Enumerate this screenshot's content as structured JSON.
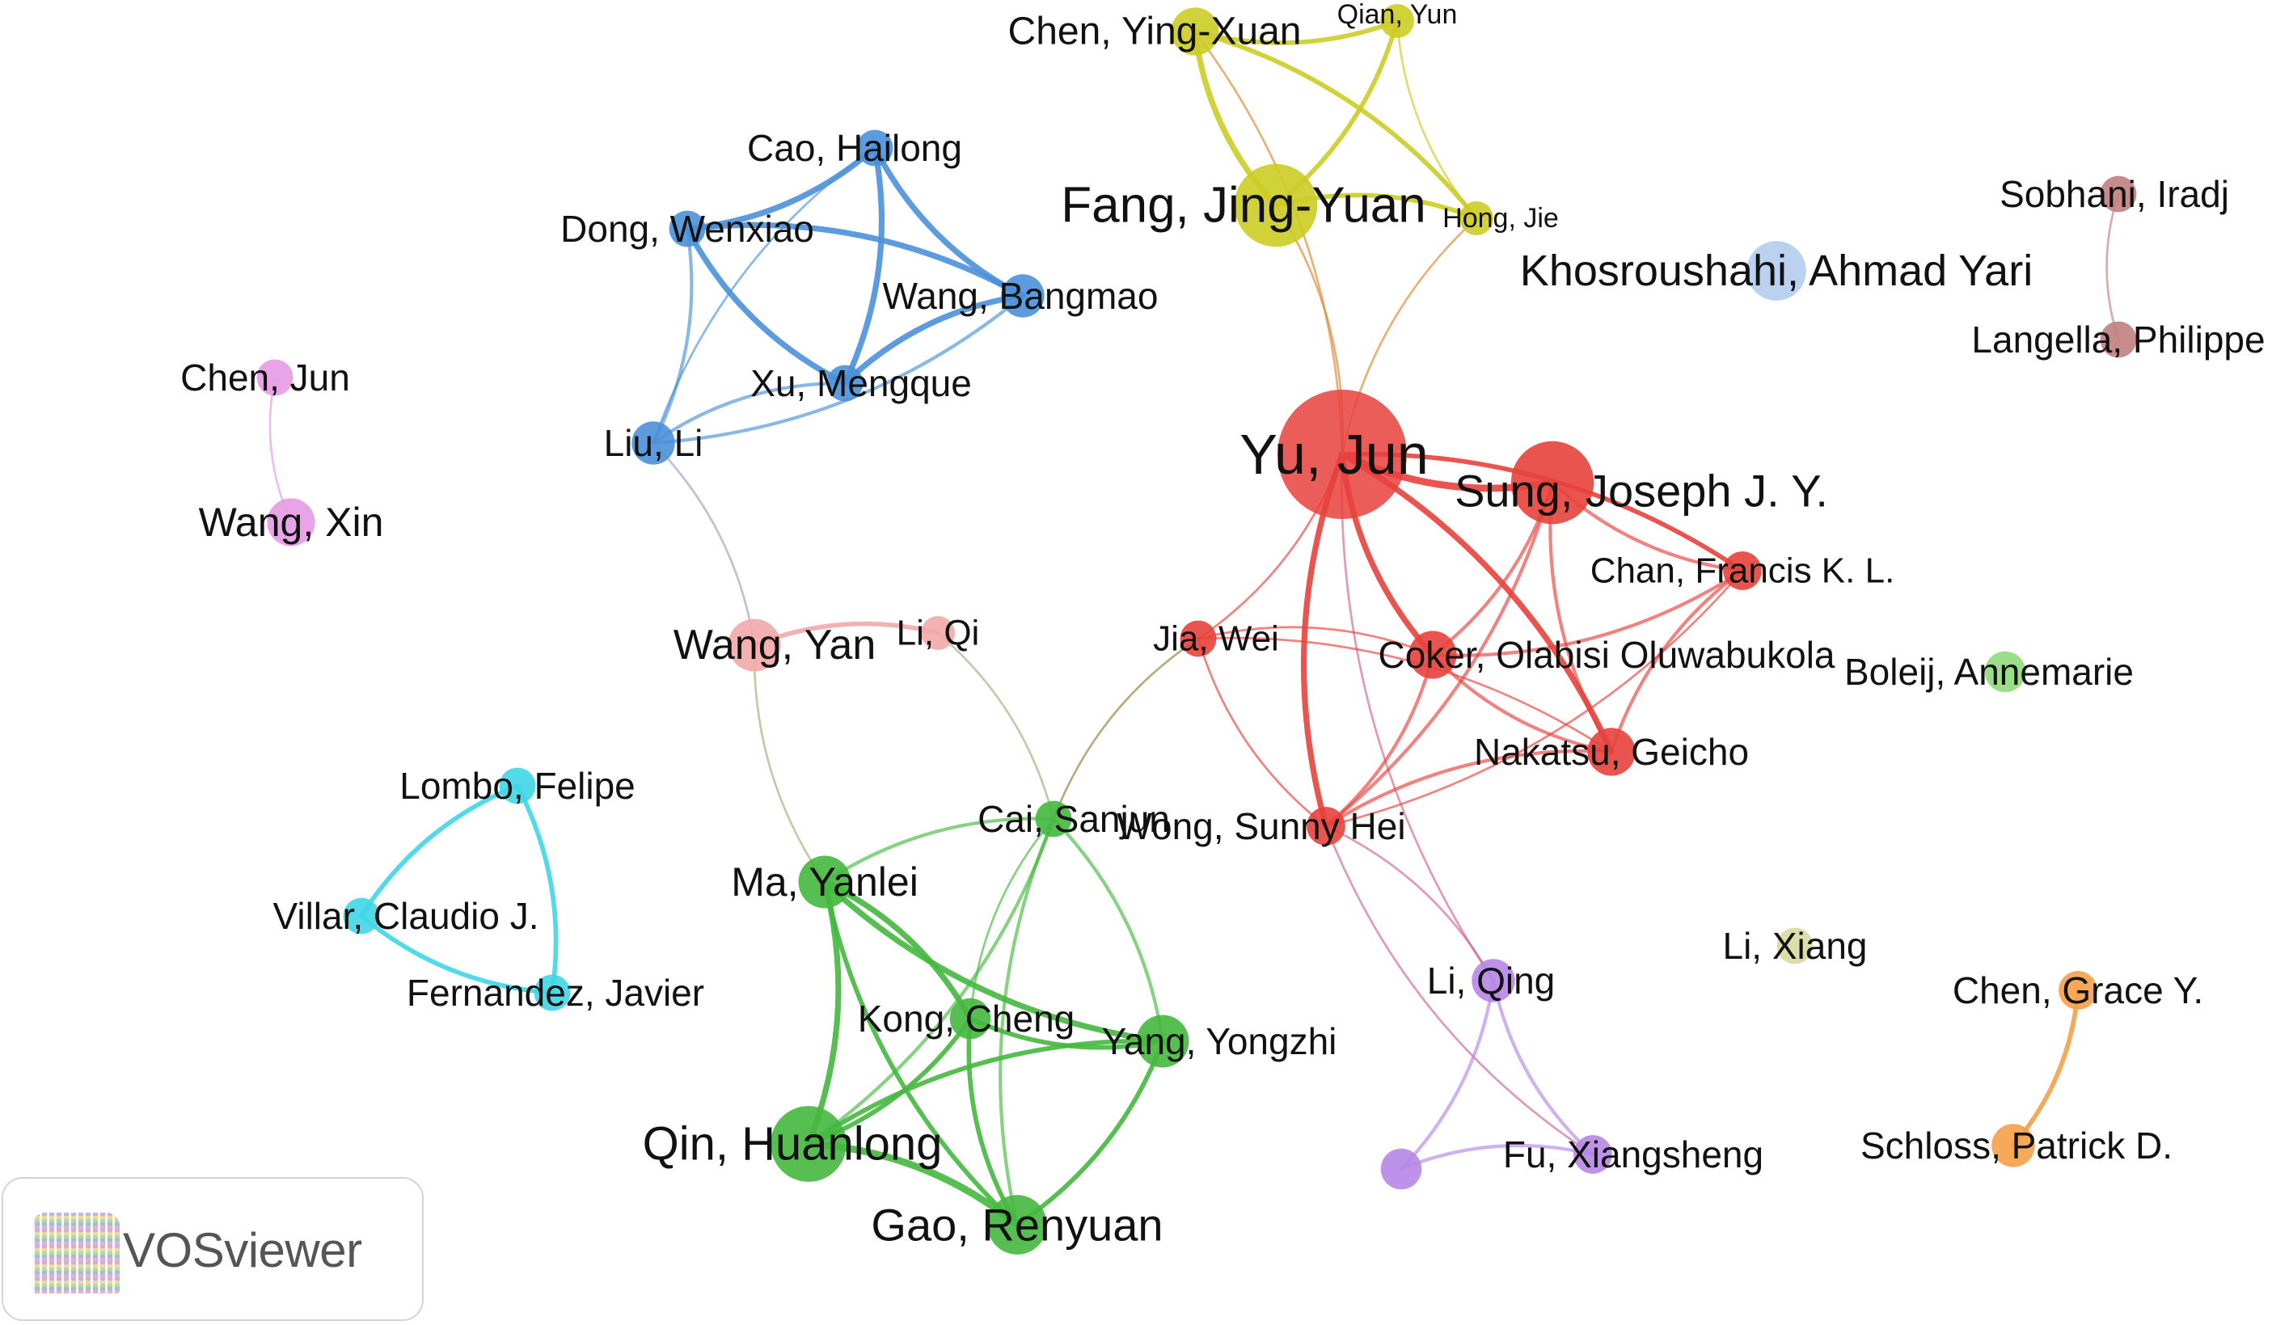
{
  "title": "",
  "nodes": [
    {
      "id": "yujun",
      "label": "Yu, Jun",
      "cluster": "red",
      "weight": 10.0
    },
    {
      "id": "sung",
      "label": "Sung, Joseph J. Y.",
      "cluster": "red",
      "weight": 6.0
    },
    {
      "id": "chan",
      "label": "Chan, Francis K. L.",
      "cluster": "red",
      "weight": 2.2
    },
    {
      "id": "jiawei",
      "label": "Jia, Wei",
      "cluster": "red",
      "weight": 2.0
    },
    {
      "id": "coker",
      "label": "Coker, Olabisi Oluwabukola",
      "cluster": "red",
      "weight": 3.0
    },
    {
      "id": "nakatsu",
      "label": "Nakatsu, Geicho",
      "cluster": "red",
      "weight": 3.0
    },
    {
      "id": "wong",
      "label": "Wong, Sunny Hei",
      "cluster": "red",
      "weight": 2.2
    },
    {
      "id": "fang",
      "label": "Fang, Jing-Yuan",
      "cluster": "yellow",
      "weight": 6.0
    },
    {
      "id": "chenyx",
      "label": "Chen, Ying-Xuan",
      "cluster": "yellow",
      "weight": 3.0
    },
    {
      "id": "qianyun",
      "label": "Qian, Yun",
      "cluster": "yellow",
      "weight": 1.8
    },
    {
      "id": "hongjie",
      "label": "Hong, Jie",
      "cluster": "yellow",
      "weight": 1.8
    },
    {
      "id": "khos",
      "label": "Khosroushahi, Ahmad Yari",
      "cluster": "lightblue",
      "weight": 4.0
    },
    {
      "id": "sobhani",
      "label": "Sobhani, Iradj",
      "cluster": "brown",
      "weight": 2.0
    },
    {
      "id": "langella",
      "label": "Langella, Philippe",
      "cluster": "brown",
      "weight": 2.0
    },
    {
      "id": "caoh",
      "label": "Cao, Hailong",
      "cluster": "blue",
      "weight": 2.0
    },
    {
      "id": "dongw",
      "label": "Dong, Wenxiao",
      "cluster": "blue",
      "weight": 2.0
    },
    {
      "id": "wangb",
      "label": "Wang, Bangmao",
      "cluster": "blue",
      "weight": 2.6
    },
    {
      "id": "xum",
      "label": "Xu, Mengque",
      "cluster": "blue",
      "weight": 2.0
    },
    {
      "id": "liuli",
      "label": "Liu, Li",
      "cluster": "blue",
      "weight": 2.6
    },
    {
      "id": "chenjun",
      "label": "Chen, Jun",
      "cluster": "pink",
      "weight": 2.0
    },
    {
      "id": "wangxin",
      "label": "Wang, Xin",
      "cluster": "pink",
      "weight": 3.0
    },
    {
      "id": "wangyan",
      "label": "Wang, Yan",
      "cluster": "salmon",
      "weight": 3.4
    },
    {
      "id": "liqi",
      "label": "Li, Qi",
      "cluster": "salmon",
      "weight": 1.8
    },
    {
      "id": "boleij",
      "label": "Boleij, Annemarie",
      "cluster": "lightgreen",
      "weight": 2.4
    },
    {
      "id": "lombo",
      "label": "Lombo, Felipe",
      "cluster": "cyan",
      "weight": 2.0
    },
    {
      "id": "villar",
      "label": "Villar, Claudio J.",
      "cluster": "cyan",
      "weight": 2.0
    },
    {
      "id": "fernandez",
      "label": "Fernandez, Javier",
      "cluster": "cyan",
      "weight": 2.0
    },
    {
      "id": "cais",
      "label": "Cai, Sanjun",
      "cluster": "green",
      "weight": 2.0
    },
    {
      "id": "may",
      "label": "Ma, Yanlei",
      "cluster": "green",
      "weight": 3.4
    },
    {
      "id": "kongc",
      "label": "Kong, Cheng",
      "cluster": "green",
      "weight": 2.4
    },
    {
      "id": "yangy",
      "label": "Yang, Yongzhi",
      "cluster": "green",
      "weight": 3.4
    },
    {
      "id": "qinh",
      "label": "Qin, Huanlong",
      "cluster": "green",
      "weight": 5.4
    },
    {
      "id": "gaor",
      "label": "Gao, Renyuan",
      "cluster": "green",
      "weight": 4.0
    },
    {
      "id": "liqing",
      "label": "Li, Qing",
      "cluster": "purple",
      "weight": 2.6
    },
    {
      "id": "fux",
      "label": "Fu, Xiangsheng",
      "cluster": "purple",
      "weight": 2.2
    },
    {
      "id": "purplenode",
      "label": "",
      "cluster": "purple",
      "weight": 2.4
    },
    {
      "id": "lixiang",
      "label": "Li, Xiang",
      "cluster": "olive",
      "weight": 2.0
    },
    {
      "id": "chengrace",
      "label": "Chen, Grace Y.",
      "cluster": "orange",
      "weight": 2.2
    },
    {
      "id": "schloss",
      "label": "Schloss, Patrick D.",
      "cluster": "orange",
      "weight": 2.6
    }
  ],
  "links": [
    {
      "source": "yujun",
      "target": "sung",
      "strength": 5
    },
    {
      "source": "yujun",
      "target": "chan",
      "strength": 3
    },
    {
      "source": "yujun",
      "target": "coker",
      "strength": 4
    },
    {
      "source": "yujun",
      "target": "nakatsu",
      "strength": 4
    },
    {
      "source": "yujun",
      "target": "wong",
      "strength": 4
    },
    {
      "source": "yujun",
      "target": "jiawei",
      "strength": 1
    },
    {
      "source": "yujun",
      "target": "fang",
      "strength": 1
    },
    {
      "source": "yujun",
      "target": "hongjie",
      "strength": 1
    },
    {
      "source": "yujun",
      "target": "liqing",
      "strength": 1
    },
    {
      "source": "sung",
      "target": "coker",
      "strength": 2
    },
    {
      "source": "sung",
      "target": "nakatsu",
      "strength": 2
    },
    {
      "source": "sung",
      "target": "wong",
      "strength": 2
    },
    {
      "source": "sung",
      "target": "chan",
      "strength": 2
    },
    {
      "source": "chan",
      "target": "coker",
      "strength": 2
    },
    {
      "source": "chan",
      "target": "nakatsu",
      "strength": 2
    },
    {
      "source": "chan",
      "target": "wong",
      "strength": 1
    },
    {
      "source": "coker",
      "target": "nakatsu",
      "strength": 2
    },
    {
      "source": "coker",
      "target": "wong",
      "strength": 2
    },
    {
      "source": "nakatsu",
      "target": "wong",
      "strength": 2
    },
    {
      "source": "jiawei",
      "target": "coker",
      "strength": 1
    },
    {
      "source": "jiawei",
      "target": "wong",
      "strength": 1
    },
    {
      "source": "jiawei",
      "target": "nakatsu",
      "strength": 1
    },
    {
      "source": "jiawei",
      "target": "cais",
      "strength": 1
    },
    {
      "source": "wong",
      "target": "liqing",
      "strength": 1
    },
    {
      "source": "wong",
      "target": "fux",
      "strength": 1
    },
    {
      "source": "fang",
      "target": "chenyx",
      "strength": 4
    },
    {
      "source": "fang",
      "target": "qianyun",
      "strength": 3
    },
    {
      "source": "fang",
      "target": "hongjie",
      "strength": 3
    },
    {
      "source": "chenyx",
      "target": "qianyun",
      "strength": 3
    },
    {
      "source": "chenyx",
      "target": "hongjie",
      "strength": 3
    },
    {
      "source": "qianyun",
      "target": "hongjie",
      "strength": 1
    },
    {
      "source": "chenyx",
      "target": "yujun",
      "strength": 1
    },
    {
      "source": "sobhani",
      "target": "langella",
      "strength": 1
    },
    {
      "source": "caoh",
      "target": "dongw",
      "strength": 4
    },
    {
      "source": "caoh",
      "target": "wangb",
      "strength": 4
    },
    {
      "source": "caoh",
      "target": "xum",
      "strength": 4
    },
    {
      "source": "caoh",
      "target": "liuli",
      "strength": 1
    },
    {
      "source": "dongw",
      "target": "wangb",
      "strength": 4
    },
    {
      "source": "dongw",
      "target": "xum",
      "strength": 4
    },
    {
      "source": "dongw",
      "target": "liuli",
      "strength": 2
    },
    {
      "source": "wangb",
      "target": "xum",
      "strength": 4
    },
    {
      "source": "wangb",
      "target": "liuli",
      "strength": 2
    },
    {
      "source": "xum",
      "target": "liuli",
      "strength": 2
    },
    {
      "source": "liuli",
      "target": "wangyan",
      "strength": 1
    },
    {
      "source": "chenjun",
      "target": "wangxin",
      "strength": 1
    },
    {
      "source": "wangyan",
      "target": "liqi",
      "strength": 3
    },
    {
      "source": "wangyan",
      "target": "may",
      "strength": 1
    },
    {
      "source": "liqi",
      "target": "cais",
      "strength": 1
    },
    {
      "source": "lombo",
      "target": "villar",
      "strength": 3
    },
    {
      "source": "lombo",
      "target": "fernandez",
      "strength": 3
    },
    {
      "source": "villar",
      "target": "fernandez",
      "strength": 3
    },
    {
      "source": "may",
      "target": "kongc",
      "strength": 4
    },
    {
      "source": "may",
      "target": "yangy",
      "strength": 4
    },
    {
      "source": "may",
      "target": "qinh",
      "strength": 4
    },
    {
      "source": "may",
      "target": "gaor",
      "strength": 3
    },
    {
      "source": "may",
      "target": "cais",
      "strength": 2
    },
    {
      "source": "kongc",
      "target": "yangy",
      "strength": 3
    },
    {
      "source": "kongc",
      "target": "qinh",
      "strength": 3
    },
    {
      "source": "kongc",
      "target": "gaor",
      "strength": 3
    },
    {
      "source": "kongc",
      "target": "cais",
      "strength": 1
    },
    {
      "source": "yangy",
      "target": "qinh",
      "strength": 3
    },
    {
      "source": "yangy",
      "target": "gaor",
      "strength": 3
    },
    {
      "source": "yangy",
      "target": "cais",
      "strength": 2
    },
    {
      "source": "qinh",
      "target": "gaor",
      "strength": 5
    },
    {
      "source": "qinh",
      "target": "cais",
      "strength": 2
    },
    {
      "source": "gaor",
      "target": "cais",
      "strength": 2
    },
    {
      "source": "liqing",
      "target": "fux",
      "strength": 2
    },
    {
      "source": "liqing",
      "target": "purplenode",
      "strength": 2
    },
    {
      "source": "fux",
      "target": "purplenode",
      "strength": 2
    },
    {
      "source": "chengrace",
      "target": "schloss",
      "strength": 3
    }
  ],
  "cluster_colors": {
    "red": "#e8413c",
    "yellow": "#cccc24",
    "blue": "#4a90d9",
    "lightblue": "#b3ccee",
    "brown": "#c08080",
    "pink": "#e59ae3",
    "salmon": "#f2a8a8",
    "lightgreen": "#8fdc7a",
    "cyan": "#3fd6e6",
    "green": "#45b83f",
    "purple": "#b587e6",
    "olive": "#d9d9a0",
    "orange": "#f5a046"
  },
  "logo": {
    "text": "VOSviewer"
  }
}
